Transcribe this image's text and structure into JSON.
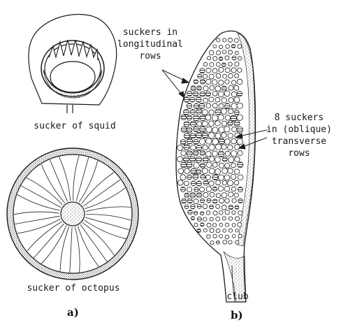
{
  "labels": {
    "squid": "sucker of squid",
    "octopus": "sucker of octopus",
    "longitudinal": [
      "suckers in",
      "longitudinal",
      "rows"
    ],
    "transverse": [
      "8 suckers",
      "in (oblique)",
      "transverse",
      "rows"
    ],
    "club": "club",
    "panel_a": "a)",
    "panel_b": "b)"
  },
  "colors": {
    "ink": "#1a1a1a",
    "paper": "#ffffff"
  }
}
